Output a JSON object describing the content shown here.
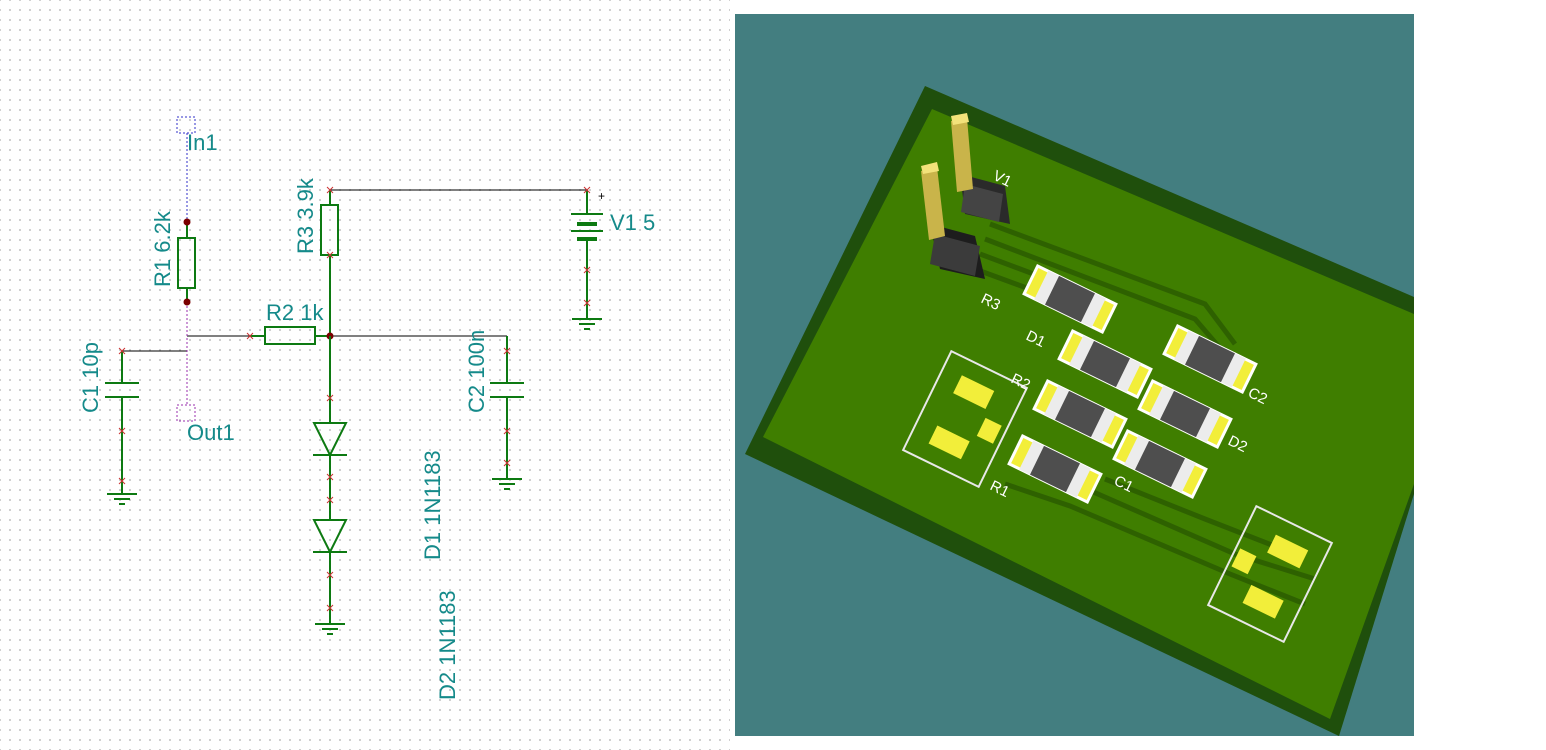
{
  "schematic": {
    "labels": {
      "in1": "In1",
      "out1": "Out1",
      "r1": "R1 6.2k",
      "r2": "R2 1k",
      "r3": "R3 3.9k",
      "c1": "C1 10p",
      "c2": "C2 100n",
      "v1": "V1 5",
      "v1_plus": "+",
      "d1": "D1 1N1183",
      "d2": "D2 1N1183"
    },
    "colors": {
      "label": "#158a8a",
      "component": "#0d7a12",
      "wire": "#000000",
      "port": "#3030c8",
      "probe": "#9a2fae"
    }
  },
  "pcb3d": {
    "silkscreen": {
      "v1": "V1",
      "r3": "R3",
      "d1": "D1",
      "r2": "R2",
      "r1": "R1",
      "c1": "C1",
      "c2": "C2",
      "d2": "D2"
    },
    "colors": {
      "background": "#437e80",
      "board_edge": "#1f4f0c",
      "board_top": "#3f7e00",
      "trace": "#2e6100",
      "pad": "#f2ee3a",
      "component_body": "#4e4e4e",
      "pin": "#c9b44a"
    }
  }
}
